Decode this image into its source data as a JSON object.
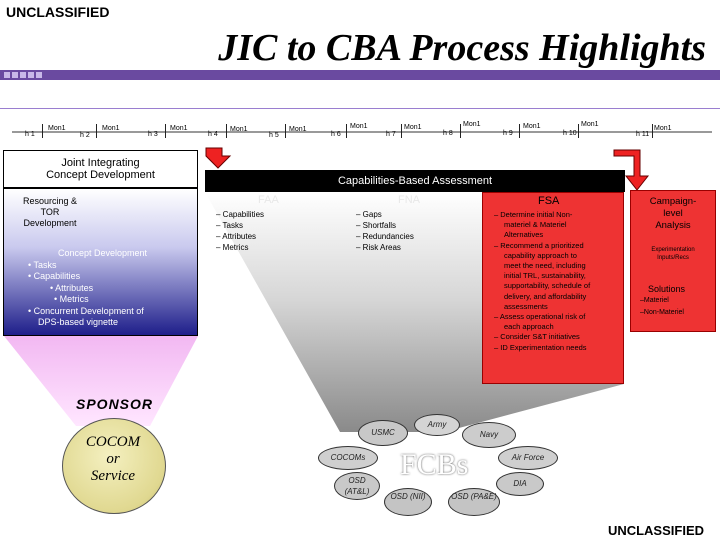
{
  "header": {
    "classification_top": "UNCLASSIFIED",
    "title": "JIC to CBA Process Highlights",
    "classification_bottom": "UNCLASSIFIED"
  },
  "timeline": {
    "phases": [
      "h 1",
      "h 2",
      "h 3",
      "h 4",
      "h 5",
      "h 6",
      "h 7",
      "h 8",
      "h 9",
      "h 10",
      "h 11"
    ],
    "months": [
      "Mon1",
      "Mon1",
      "Mon1",
      "Mon1",
      "Mon1",
      "Mon1",
      "Mon1",
      "Mon1",
      "Mon1",
      "Mon1"
    ]
  },
  "jic": {
    "title_line1": "Joint Integrating",
    "title_line2": "Concept Development",
    "resourcing_line1": "Resourcing &",
    "resourcing_line2": "TOR",
    "resourcing_line3": "Development",
    "concept_title": "Concept Development",
    "bullets": [
      "• Tasks",
      "• Capabilities",
      "• Attributes",
      "• Metrics",
      "• Concurrent Development of",
      "DPS-based vignette"
    ]
  },
  "cba": {
    "title": "Capabilities-Based Assessment",
    "faa": {
      "label": "FAA",
      "items": [
        "– Capabilities",
        "– Tasks",
        "– Attributes",
        "– Metrics"
      ]
    },
    "fna": {
      "label": "FNA",
      "items": [
        "– Gaps",
        "– Shortfalls",
        "– Redundancies",
        "– Risk Areas"
      ]
    },
    "fsa": {
      "label": "FSA",
      "items": [
        "– Determine initial Non-",
        "materiel & Materiel",
        "Alternatives",
        "– Recommend a prioritized",
        "capability approach to",
        "meet the need, including",
        "initial TRL, sustainability,",
        "supportability, schedule of",
        "delivery, and affordability",
        "assessments",
        "– Assess operational risk of",
        "each approach",
        "– Consider S&T initiatives",
        "– ID Experimentation needs"
      ]
    }
  },
  "campaign": {
    "title_line1": "Campaign-",
    "title_line2": "level",
    "title_line3": "Analysis",
    "exp_line1": "Experimentation",
    "exp_line2": "Inputs/Recs",
    "solutions": "Solutions",
    "materiel": "–Materiel",
    "non_materiel": "–Non-Materiel"
  },
  "sponsor": {
    "label": "SPONSOR",
    "cocom_line1": "COCOM",
    "cocom_line2": "or",
    "cocom_line3": "Service"
  },
  "fcbs": {
    "label": "FCBs",
    "participants": [
      "USMC",
      "Army",
      "Navy",
      "COCOMs",
      "Air Force",
      "OSD (AT&L)",
      "DIA",
      "OSD (NII)",
      "OSD (PA&E)"
    ]
  }
}
